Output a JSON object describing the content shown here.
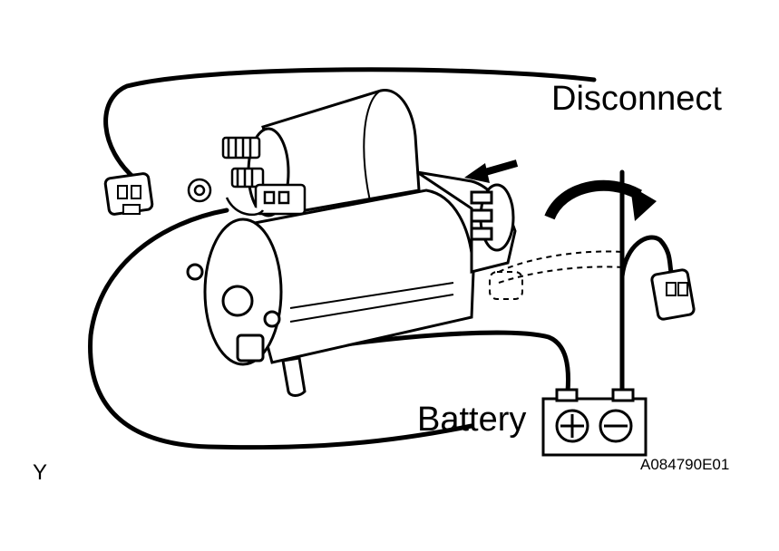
{
  "labels": {
    "disconnect": "Disconnect",
    "battery": "Battery",
    "corner_mark": "Y",
    "figure_id": "A084790E01",
    "battery_positive": "+",
    "battery_negative": "−"
  },
  "colors": {
    "line": "#000000",
    "background": "#ffffff"
  }
}
